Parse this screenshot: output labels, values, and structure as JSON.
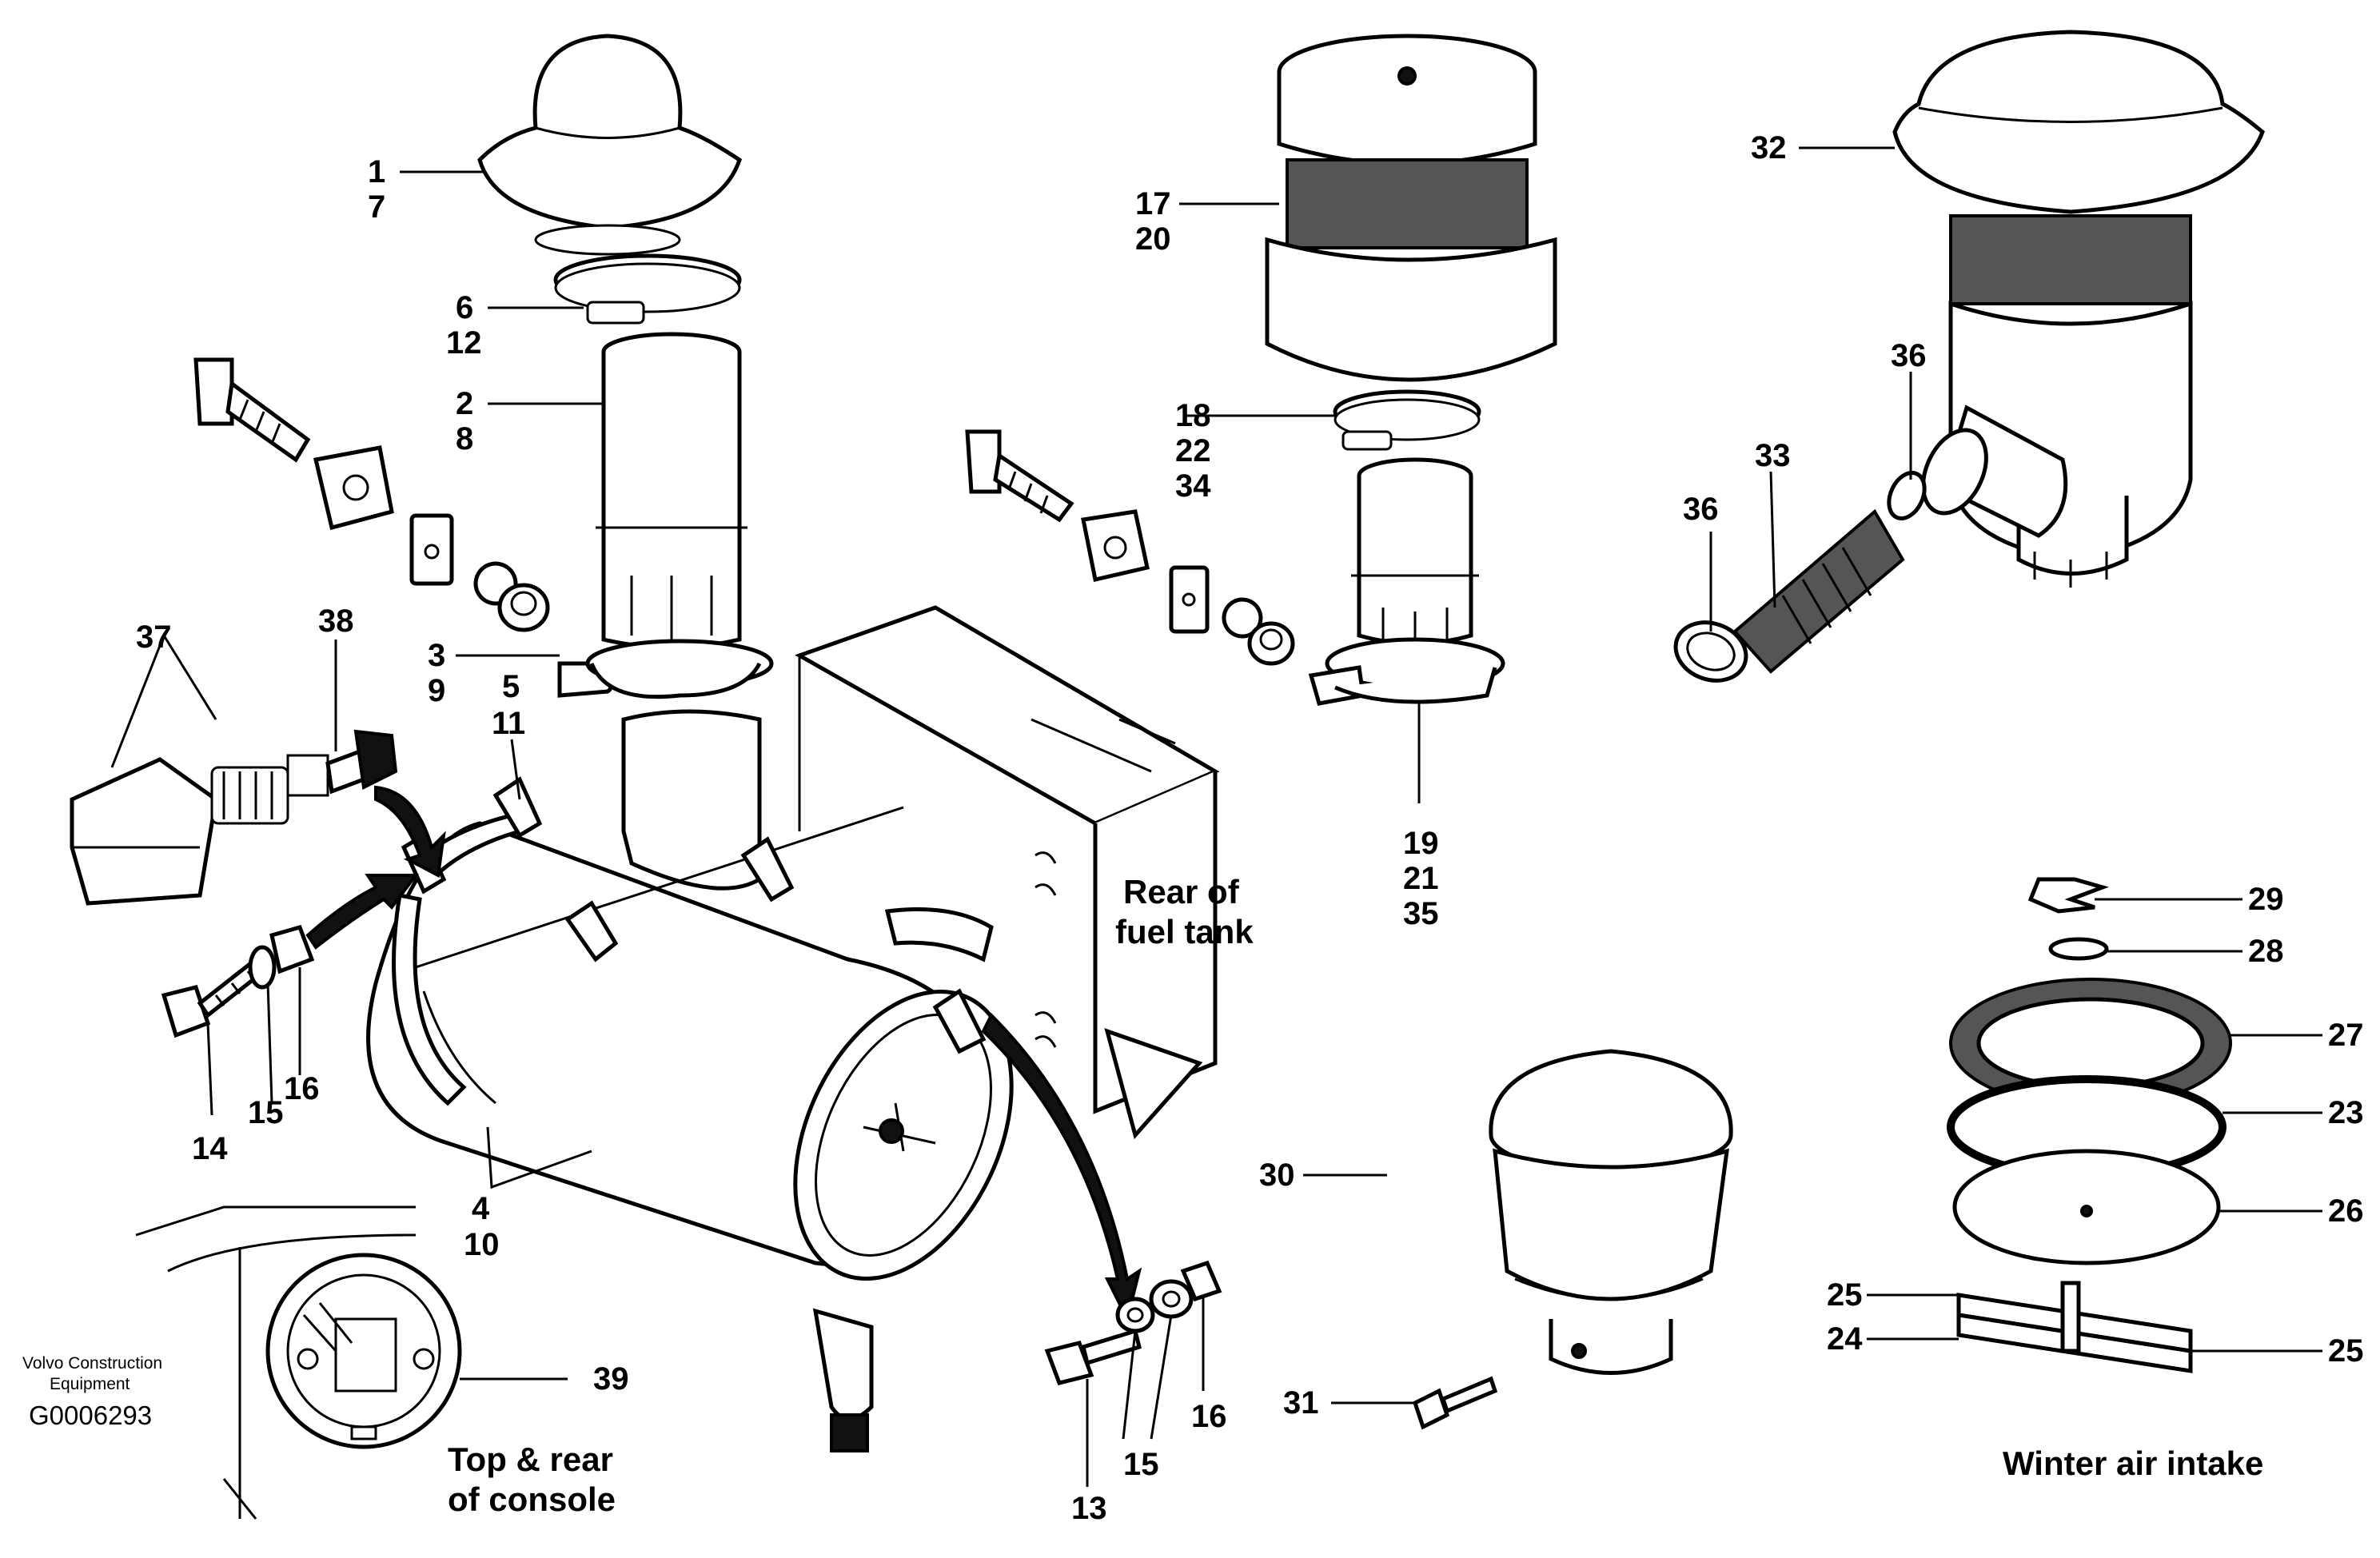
{
  "captions": {
    "rear_fuel_tank_line1": "Rear of",
    "rear_fuel_tank_line2": "fuel tank",
    "console_line1": "Top & rear",
    "console_line2": "of console",
    "winter_intake": "Winter air intake"
  },
  "watermark": {
    "company_line1": "Volvo Construction",
    "company_line2": "Equipment",
    "drawing_code": "G0006293"
  },
  "callouts": {
    "c1": "1",
    "c7": "7",
    "c6": "6",
    "c12": "12",
    "c2": "2",
    "c8": "8",
    "c3": "3",
    "c9": "9",
    "c5": "5",
    "c11": "11",
    "c37": "37",
    "c38": "38",
    "c14": "14",
    "c15a": "15",
    "c16a": "16",
    "c4": "4",
    "c10": "10",
    "c39": "39",
    "c13": "13",
    "c15b": "15",
    "c16b": "16",
    "c17": "17",
    "c20": "20",
    "c18": "18",
    "c22": "22",
    "c34": "34",
    "c19": "19",
    "c21": "21",
    "c35": "35",
    "c30": "30",
    "c31": "31",
    "c32": "32",
    "c36a": "36",
    "c33": "33",
    "c36b": "36",
    "c29": "29",
    "c28": "28",
    "c27": "27",
    "c23": "23",
    "c26": "26",
    "c25a": "25",
    "c24": "24",
    "c25b": "25"
  }
}
